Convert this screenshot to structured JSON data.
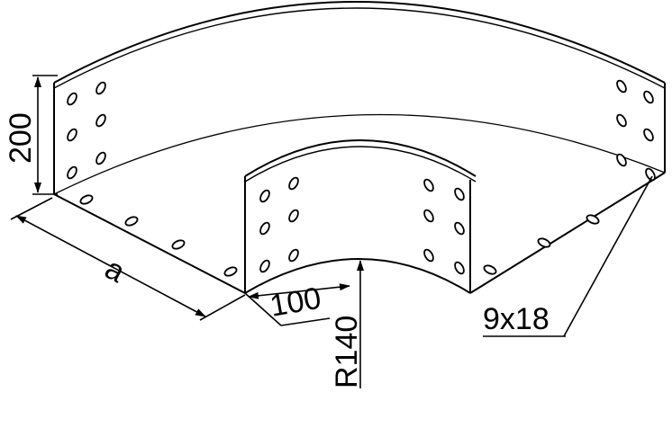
{
  "drawing": {
    "dimensions": {
      "height": "200",
      "side": "a",
      "width": "100",
      "radius": "R140",
      "slot": "9x18"
    },
    "colors": {
      "line": "#000000",
      "background": "#ffffff"
    }
  }
}
